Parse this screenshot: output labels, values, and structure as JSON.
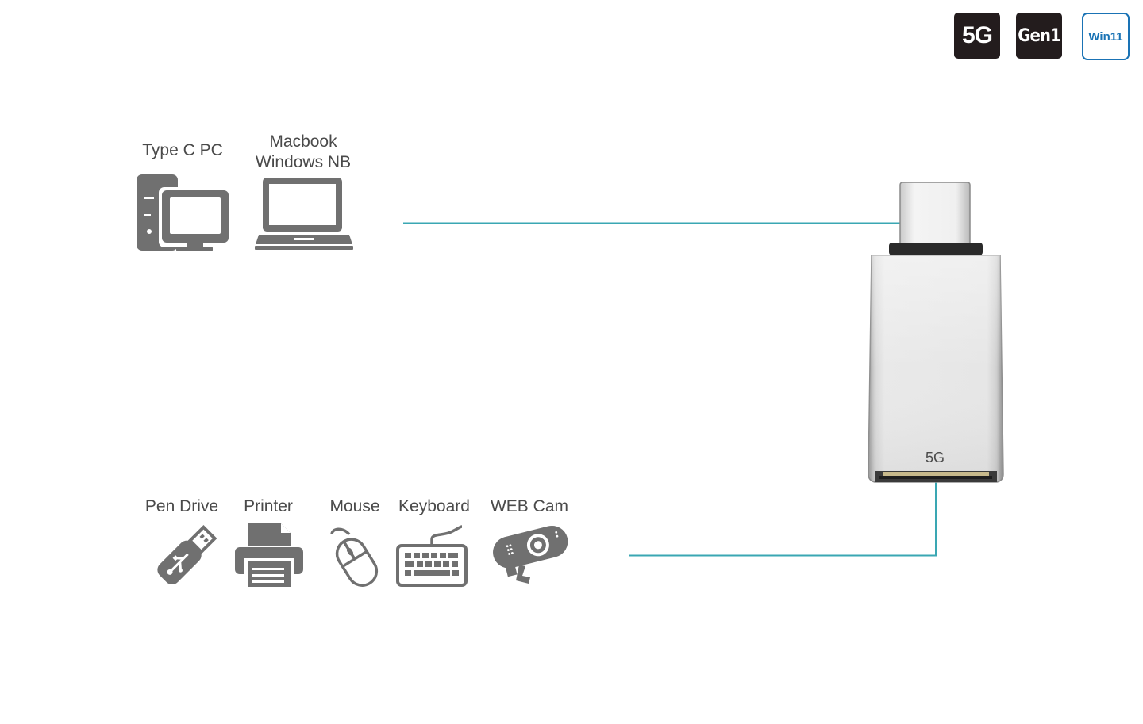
{
  "badges": {
    "speed": "5G",
    "gen": "Gen1",
    "os": "Win11"
  },
  "hosts": {
    "pc_label": "Type C PC",
    "laptop_label_line1": "Macbook",
    "laptop_label_line2": "Windows NB"
  },
  "devices": [
    {
      "label": "Pen Drive",
      "icon": "usb-drive-icon"
    },
    {
      "label": "Printer",
      "icon": "printer-icon"
    },
    {
      "label": "Mouse",
      "icon": "mouse-icon"
    },
    {
      "label": "Keyboard",
      "icon": "keyboard-icon"
    },
    {
      "label": "WEB Cam",
      "icon": "webcam-icon"
    }
  ],
  "adapter": {
    "label": "5G"
  },
  "colors": {
    "connector_line": "#3aa7b3",
    "icon_gray": "#707070",
    "badge_dark": "#231c1d",
    "badge_blue": "#1a73b5"
  }
}
